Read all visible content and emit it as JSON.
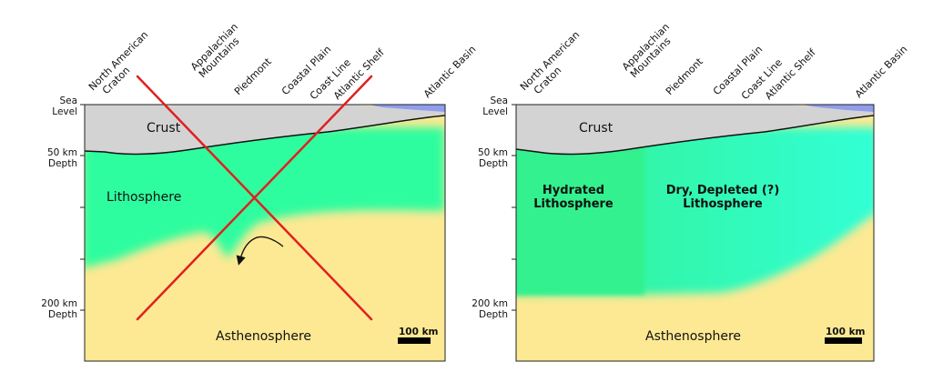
{
  "colors": {
    "crust": "#d3d3d3",
    "lithosphere": "#2efd9f",
    "hydrated_lithosphere": "#33f18e",
    "depleted_lithosphere": "#33ffd6",
    "asthenosphere": "#fde993",
    "ocean": "#8f9dec",
    "cross": "#e02020",
    "frame": "#222222"
  },
  "icons": [
    "red-x-cross-mark",
    "curved-flow-arrow-icon"
  ],
  "left_panel": {
    "geography_labels": [
      "North American Craton",
      "Appalachian Mountains",
      "Piedmont",
      "Coastal Plain",
      "Coast Line",
      "Atlantic Shelf",
      "Atlantic Basin"
    ],
    "depth_labels": {
      "sea": [
        "Sea",
        "Level"
      ],
      "d50": [
        "50 km",
        "Depth"
      ],
      "d200": [
        "200 km",
        "Depth"
      ]
    },
    "layer_labels": {
      "crust": "Crust",
      "lithosphere": "Lithosphere",
      "asthenosphere": "Asthenosphere"
    },
    "scale_bar": "100 km"
  },
  "right_panel": {
    "geography_labels": [
      "North American Craton",
      "Appalachian Mountains",
      "Piedmont",
      "Coastal Plain",
      "Coast Line",
      "Atlantic Shelf",
      "Atlantic Basin"
    ],
    "depth_labels": {
      "sea": [
        "Sea",
        "Level"
      ],
      "d50": [
        "50 km",
        "Depth"
      ],
      "d200": [
        "200 km",
        "Depth"
      ]
    },
    "layer_labels": {
      "crust": "Crust",
      "hydrated": [
        "Hydrated",
        "Lithosphere"
      ],
      "depleted": [
        "Dry, Depleted (?)",
        "Lithosphere"
      ],
      "asthenosphere": "Asthenosphere"
    },
    "scale_bar": "100 km"
  }
}
